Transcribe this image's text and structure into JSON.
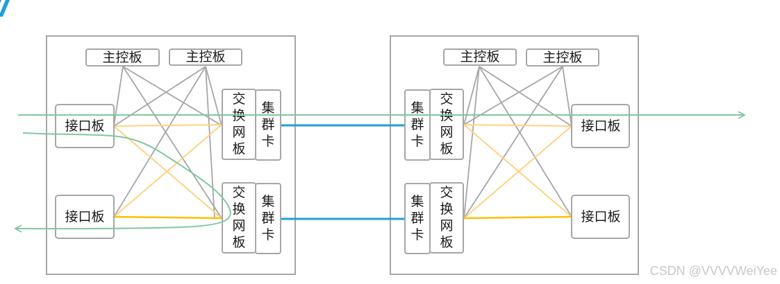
{
  "diagram": {
    "colors": {
      "box_border": "#a6a6a6",
      "control_link": "#a6a6a6",
      "fabric_link_light": "#ffd27f",
      "fabric_link_strong": "#ffc000",
      "cluster_link": "#1ca0d8",
      "traffic_path": "#7fc8a0",
      "logo": "#1ca0d8"
    },
    "left_chassis": {
      "main_control_1": "主控板",
      "main_control_2": "主控板",
      "interface_board_1": "接口板",
      "interface_board_2": "接口板",
      "switch_fabric_1": "交换网板",
      "switch_fabric_2": "交换网板",
      "cluster_card_1": "集群卡",
      "cluster_card_2": "集群卡"
    },
    "right_chassis": {
      "main_control_1": "主控板",
      "main_control_2": "主控板",
      "interface_board_1": "接口板",
      "interface_board_2": "接口板",
      "switch_fabric_1": "交换网板",
      "switch_fabric_2": "交换网板",
      "cluster_card_1": "集群卡",
      "cluster_card_2": "集群卡"
    }
  },
  "watermark": "CSDN @VVVVWeiYee"
}
